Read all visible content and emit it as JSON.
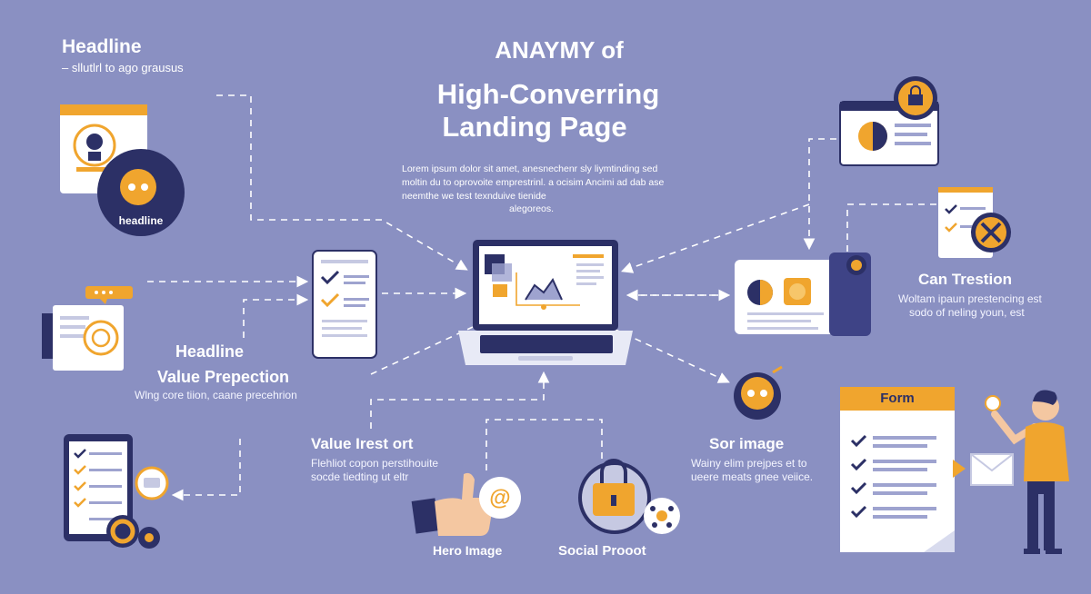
{
  "header": {
    "title_line1": "ANAYMY of",
    "title_line2": "High-Converring",
    "title_line3": "Landing Page",
    "intro_line1": "Lorem ipsum dolor sit amet, anesnechenr sly liymtinding sed",
    "intro_line2": "moltin du to oprovoite emprestrinl. a ocisim Ancimi ad dab ase",
    "intro_line3": "neemthe we test texnduive tienide",
    "intro_line4": "alegoreos."
  },
  "top_left": {
    "title": "Headline",
    "subtitle": "– sllutlrl to ago grausus",
    "badge_label": "headline"
  },
  "left_middle": {
    "title": "Headline",
    "subtitle": "Value Prepection",
    "caption": "Wlng core tiion, caane precehrion"
  },
  "bottom_center": {
    "title": "Value Irest ort",
    "caption_line1": "Flehliot copon perstihouite",
    "caption_line2": "socde tiedting ut eltr"
  },
  "hero": {
    "label": "Hero Image"
  },
  "social": {
    "label": "Social Prooot"
  },
  "sor_image": {
    "title": "Sor image",
    "caption_line1": "Wainy elim prejpes et to",
    "caption_line2": "ueere meats gnee veiice."
  },
  "right_middle": {
    "title": "Can Trestion",
    "caption_line1": "Woltam ipaun prestencing est",
    "caption_line2": "sodo of neling youn, est"
  },
  "form": {
    "label": "Form"
  },
  "colors": {
    "background": "#8a90c2",
    "navy": "#2c3066",
    "orange": "#f0a52e",
    "white": "#ffffff"
  }
}
